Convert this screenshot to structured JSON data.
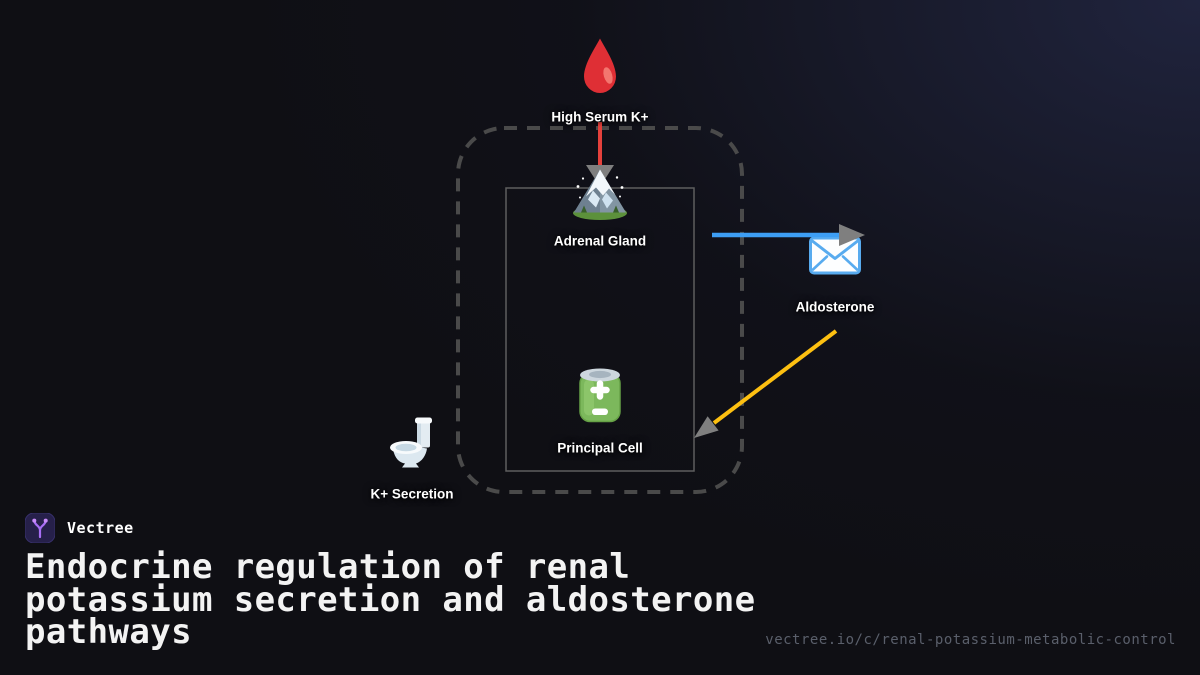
{
  "brand": {
    "name": "Vectree",
    "logo_icon": "vectree-branch-icon"
  },
  "title_lines": [
    "Endocrine regulation of renal",
    "potassium secretion and aldosterone",
    "pathways"
  ],
  "footer": {
    "url": "vectree.io/c/renal-potassium-metabolic-control"
  },
  "diagram": {
    "nodes": {
      "high_serum_k": {
        "label": "High Serum K+",
        "icon": "blood-drop-icon"
      },
      "adrenal_gland": {
        "label": "Adrenal Gland",
        "icon": "mountain-icon"
      },
      "aldosterone": {
        "label": "Aldosterone",
        "icon": "envelope-icon"
      },
      "principal_cell": {
        "label": "Principal Cell",
        "icon": "battery-icon"
      },
      "k_secretion": {
        "label": "K+ Secretion",
        "icon": "toilet-icon"
      }
    },
    "edges": [
      {
        "from": "high_serum_k",
        "to": "adrenal_gland",
        "color": "#e5413c"
      },
      {
        "from": "adrenal_gland",
        "to": "aldosterone",
        "color": "#3d9ef4"
      },
      {
        "from": "aldosterone",
        "to": "principal_cell",
        "color": "#fdc011"
      }
    ],
    "arrowhead_color": "#7f7f7f",
    "container_border_color": "#4a4a4a",
    "inner_border_color": "#5e5e5e"
  }
}
